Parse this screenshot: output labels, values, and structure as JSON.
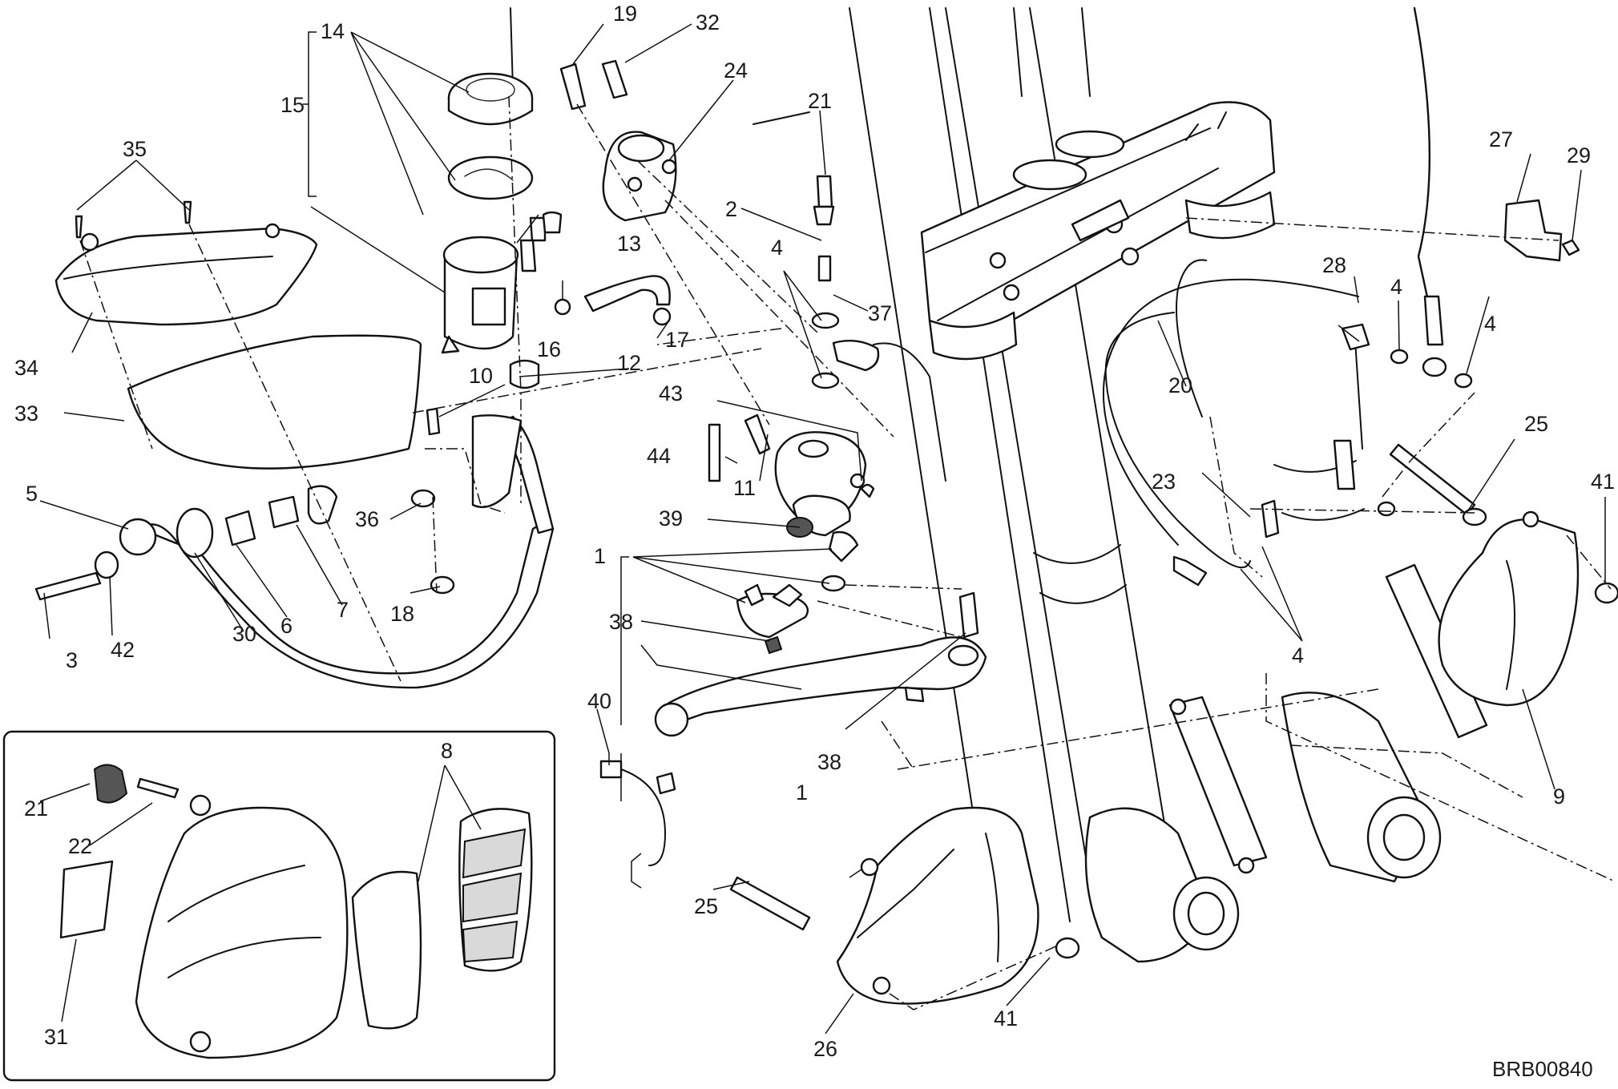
{
  "labels": {
    "l1a": "1",
    "l1b": "1",
    "l2": "2",
    "l3": "3",
    "l4a": "4",
    "l4b": "4",
    "l4c": "4",
    "l4d": "4",
    "l5": "5",
    "l6": "6",
    "l7": "7",
    "l8": "8",
    "l9": "9",
    "l10": "10",
    "l11": "11",
    "l12": "12",
    "l13": "13",
    "l14": "14",
    "l15": "15",
    "l16": "16",
    "l17": "17",
    "l18": "18",
    "l19": "19",
    "l20": "20",
    "l21a": "21",
    "l21b": "21",
    "l22": "22",
    "l23": "23",
    "l24": "24",
    "l25a": "25",
    "l25b": "25",
    "l26": "26",
    "l27": "27",
    "l28": "28",
    "l29": "29",
    "l30": "30",
    "l31": "31",
    "l32": "32",
    "l33": "33",
    "l34": "34",
    "l35": "35",
    "l36": "36",
    "l37": "37",
    "l38a": "38",
    "l38b": "38",
    "l39": "39",
    "l40": "40",
    "l41a": "41",
    "l41b": "41",
    "l42": "42",
    "l43": "43",
    "l44": "44"
  },
  "drawing_code": "BRB00840"
}
